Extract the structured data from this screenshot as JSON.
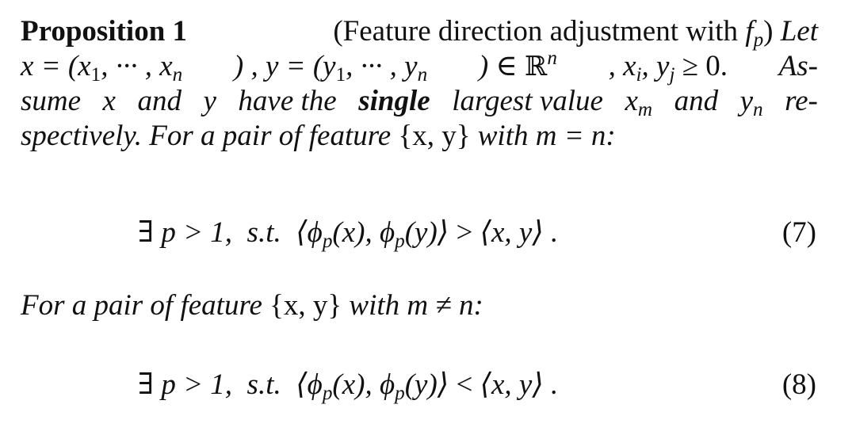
{
  "proposition": {
    "label": "Proposition 1",
    "title": "(Feature direction adjustment with f_p)",
    "title_text": "(Feature direction adjustment with ",
    "title_symbol": "f",
    "title_symbol_sub": "p",
    "title_close": ")",
    "lines": [
      "Proposition 1 (Feature direction adjustment with f_p) Let",
      "x = (x_1, ··· , x_n) , y = (y_1, ··· , y_n) ∈ ℝ^n, x_i, y_j ≥ 0. As-",
      "sume x and y have the single largest value x_m and y_n re-",
      "spectively. For a pair of feature {x, y} with m = n:"
    ],
    "line1": {
      "let": "Let"
    },
    "line2": {
      "x_def": "x = (x",
      "x_sub1": "1",
      "x_dots": ", ··· , x",
      "x_subn": "n",
      "y_def": ") , y = (y",
      "y_sub1": "1",
      "y_dots": ", ··· , y",
      "y_subn": "n",
      "in_R": ") ∈ ",
      "R": "ℝ",
      "R_sup": "n",
      "xi": ", x",
      "xi_sub": "i",
      "yj": ", y",
      "yj_sub": "j",
      "geq": " ≥ 0.",
      "as": "As-"
    },
    "line3": {
      "sume": "sume",
      "x": "x",
      "and": "and",
      "y": "y",
      "have_the": "have the",
      "single": "single",
      "largest_value": "largest value",
      "xm": "x",
      "xm_sub": "m",
      "and2": "and",
      "yn": "y",
      "yn_sub": "n",
      "re": "re-"
    },
    "line4": {
      "text": "spectively. For a pair of feature",
      "set": "{x, y}",
      "with": "with",
      "cond": "m = n:"
    }
  },
  "equations": [
    {
      "expression": "∃ p > 1,  s.t.  ⟨ϕ_p(x), ϕ_p(y)⟩ > ⟨x, y⟩ .",
      "exists": "∃ ",
      "p_gt_1": "p > 1,",
      "st": "s.t.",
      "phi_open": "⟨ϕ",
      "sub": "p",
      "mid1": "(x), ϕ",
      "mid2": "(y)⟩ ",
      "relation": ">",
      "rhs": " ⟨x, y⟩ .",
      "number": "(7)"
    },
    {
      "expression": "∃ p > 1,  s.t.  ⟨ϕ_p(x), ϕ_p(y)⟩ < ⟨x, y⟩ .",
      "exists": "∃ ",
      "p_gt_1": "p > 1,",
      "st": "s.t.",
      "phi_open": "⟨ϕ",
      "sub": "p",
      "mid1": "(x), ϕ",
      "mid2": "(y)⟩ ",
      "relation": "<",
      "rhs": " ⟨x, y⟩ .",
      "number": "(8)"
    }
  ],
  "middle_text": {
    "text": "For a pair of feature",
    "set": "{x, y}",
    "with": "with",
    "cond": "m ≠ n:"
  }
}
